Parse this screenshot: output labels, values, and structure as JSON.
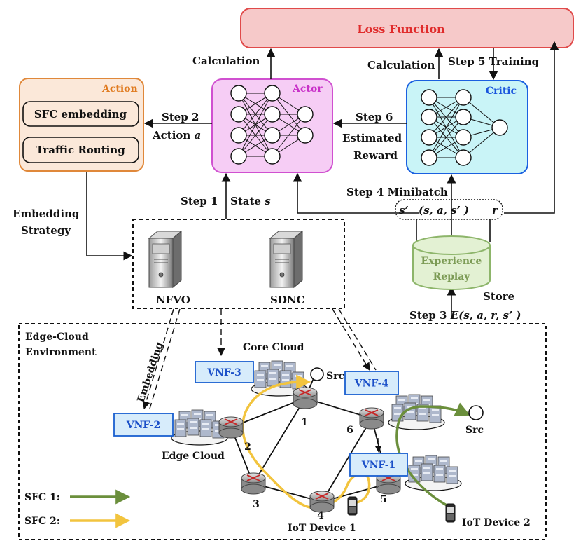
{
  "colors": {
    "loss_fill": "#f6c9c9",
    "loss_stroke": "#e04a4a",
    "loss_text": "#e02b2b",
    "action_fill": "#fbe8d9",
    "action_stroke": "#e0883a",
    "action_text": "#e07b20",
    "actor_fill": "#f6cdf5",
    "actor_stroke": "#d050d0",
    "actor_text": "#c830c8",
    "critic_fill": "#c9f4f7",
    "critic_stroke": "#1a60e0",
    "critic_text": "#1a55dd",
    "replay_fill": "#e3f1d3",
    "replay_stroke": "#8db56a",
    "replay_text": "#7c9b55",
    "vnf_fill": "#d7ecfb",
    "vnf_stroke": "#1a5fd0",
    "vnf_text": "#1a4fc8",
    "sfc1": "#6b8f3c",
    "sfc2": "#f2c43e"
  },
  "loss": {
    "title": "Loss Function"
  },
  "action": {
    "title": "Action",
    "items": [
      "SFC embedding",
      "Traffic Routing"
    ]
  },
  "actor": {
    "title": "Actor"
  },
  "critic": {
    "title": "Critic"
  },
  "replay": {
    "line1": "Experience",
    "line2": "Replay"
  },
  "labels": {
    "calc_actor": "Calculation",
    "calc_critic": "Calculation",
    "step5": "Step 5 Training",
    "step2": "Step 2",
    "action_a_prefix": "Action ",
    "action_a_var": "a",
    "step6": "Step 6",
    "estimated": "Estimated",
    "reward": "Reward",
    "step1": "Step 1",
    "state_prefix": "State ",
    "state_var": "s",
    "step4": "Step 4 Minibatch",
    "mb_s": "s’",
    "mb_tuple": "(s, a, s’ )",
    "mb_r": "r",
    "embedding_strategy_1": "Embedding",
    "embedding_strategy_2": "Strategy",
    "store": "Store",
    "step3_prefix": "Step 3 ",
    "step3_expr": "E(s, a, r, s’ )",
    "embedding_diag": "Embedding"
  },
  "controllers": {
    "nfvo": "NFVO",
    "sdnc": "SDNC"
  },
  "env": {
    "title_1": "Edge-Cloud",
    "title_2": "Environment",
    "core_cloud": "Core Cloud",
    "edge_cloud": "Edge Cloud",
    "src_top": "Src",
    "src_right": "Src",
    "iot1": "IoT Device 1",
    "iot2": "IoT Device 2",
    "vnfs": [
      "VNF-3",
      "VNF-4",
      "VNF-2",
      "VNF-1"
    ],
    "nodes": [
      "1",
      "2",
      "3",
      "4",
      "5",
      "6"
    ]
  },
  "legend": {
    "sfc1": "SFC 1:",
    "sfc2": "SFC 2:"
  }
}
